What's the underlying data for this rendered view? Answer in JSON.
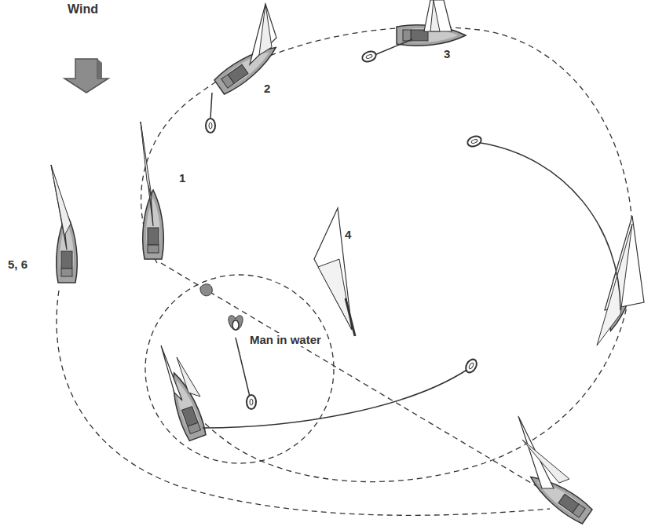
{
  "diagram": {
    "labels": [
      "Wind",
      "2",
      "3",
      "1",
      "4",
      "5, 6",
      "Man in water"
    ]
  }
}
